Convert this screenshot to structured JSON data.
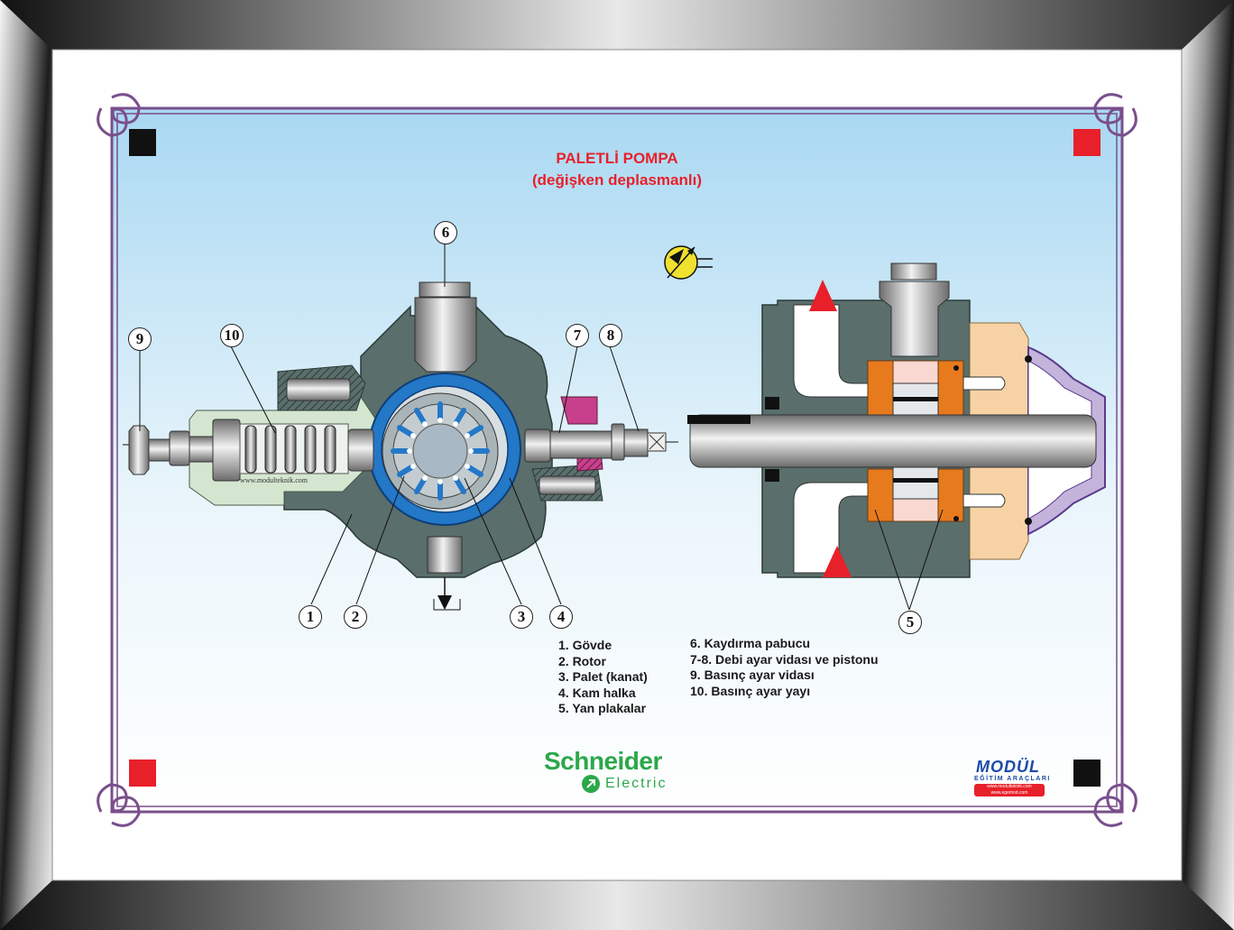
{
  "title": "PALETLİ POMPA",
  "subtitle": "(değişken deplasmanlı)",
  "legend_left": [
    "1. Gövde",
    "2. Rotor",
    "3. Palet (kanat)",
    "4. Kam halka",
    "5. Yan plakalar"
  ],
  "legend_right": [
    "6. Kaydırma pabucu",
    "7-8. Debi ayar vidası ve pistonu",
    "9. Basınç ayar vidası",
    "10. Basınç ayar yayı"
  ],
  "callouts": {
    "c1": "1",
    "c2": "2",
    "c3": "3",
    "c4": "4",
    "c5": "5",
    "c6": "6",
    "c7": "7",
    "c8": "8",
    "c9": "9",
    "c10": "10"
  },
  "watermark": "www.modulteknik.com",
  "brand": {
    "name": "Schneider",
    "sub": "Electric",
    "modul": "MODÜL",
    "modul_sub": "EĞİTİM ARAÇLARI",
    "modul_web1": "www.modulteknik.com",
    "modul_web2": "www.egemod.com"
  },
  "colors": {
    "title": "#e8202a",
    "body": "#5a6e6b",
    "cam_ring": "#2378c8",
    "frame_purple": "#7a4f8c",
    "accent_orange": "#e87a1e",
    "accent_magenta": "#c8408c",
    "brand_green": "#2ba84a"
  }
}
